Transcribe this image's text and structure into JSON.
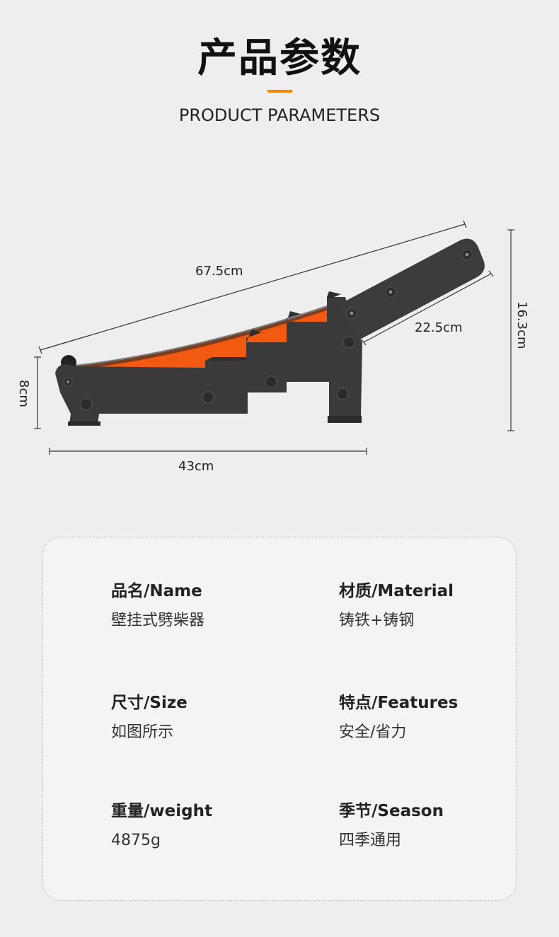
{
  "header": {
    "title": "产品参数",
    "subtitle": "PRODUCT PARAMETERS",
    "accent_color": "#f08a00"
  },
  "product": {
    "image": "wall-mounted-log-splitter",
    "colors": {
      "body": "#3a3a3a",
      "blade": "#f25a12"
    },
    "dimensions": {
      "total_length": "67.5cm",
      "handle_length": "22.5cm",
      "height_total": "16.3cm",
      "height_front": "8cm",
      "base_length": "43cm"
    }
  },
  "params": {
    "name": {
      "label": "品名/Name",
      "value": "壁挂式劈柴器"
    },
    "material": {
      "label": "材质/Material",
      "value": "铸铁+铸钢"
    },
    "size": {
      "label": "尺寸/Size",
      "value": "如图所示"
    },
    "features": {
      "label": "特点/Features",
      "value": "安全/省力"
    },
    "weight": {
      "label": "重量/weight",
      "value": "4875g"
    },
    "season": {
      "label": "季节/Season",
      "value": "四季通用"
    }
  }
}
